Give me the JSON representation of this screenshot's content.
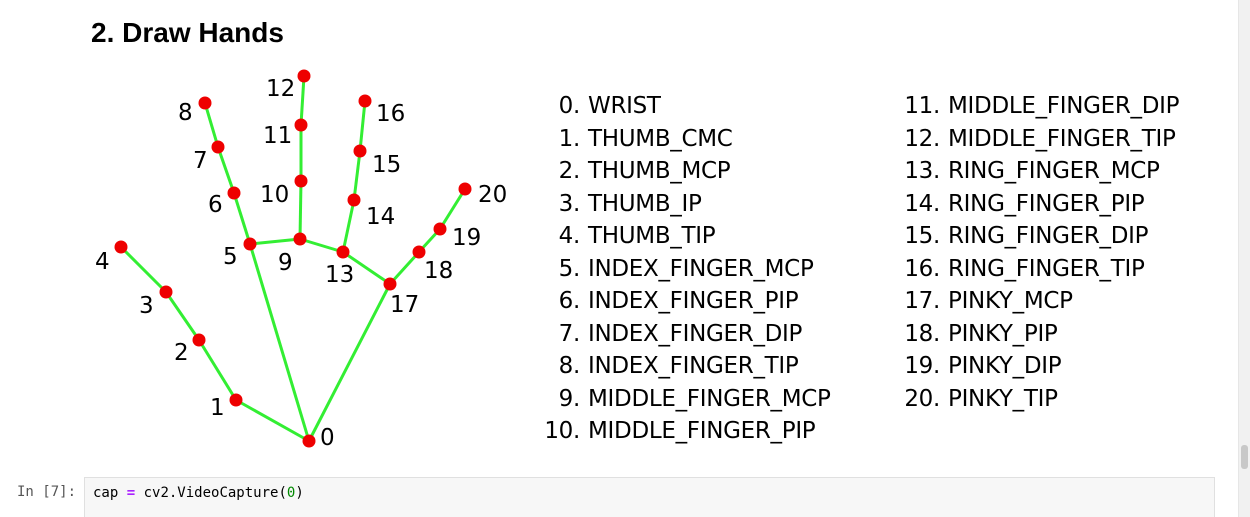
{
  "heading": "2. Draw Hands",
  "diagram": {
    "line_color": "#33ee33",
    "point_color": "#ee0000",
    "labels": [
      "0",
      "1",
      "2",
      "3",
      "4",
      "5",
      "6",
      "7",
      "8",
      "9",
      "10",
      "11",
      "12",
      "13",
      "14",
      "15",
      "16",
      "17",
      "18",
      "19",
      "20"
    ]
  },
  "landmarks_left": [
    {
      "idx": "0.",
      "name": "WRIST"
    },
    {
      "idx": "1.",
      "name": "THUMB_CMC"
    },
    {
      "idx": "2.",
      "name": "THUMB_MCP"
    },
    {
      "idx": "3.",
      "name": "THUMB_IP"
    },
    {
      "idx": "4.",
      "name": "THUMB_TIP"
    },
    {
      "idx": "5.",
      "name": "INDEX_FINGER_MCP"
    },
    {
      "idx": "6.",
      "name": "INDEX_FINGER_PIP"
    },
    {
      "idx": "7.",
      "name": "INDEX_FINGER_DIP"
    },
    {
      "idx": "8.",
      "name": "INDEX_FINGER_TIP"
    },
    {
      "idx": "9.",
      "name": "MIDDLE_FINGER_MCP"
    },
    {
      "idx": "10.",
      "name": "MIDDLE_FINGER_PIP"
    }
  ],
  "landmarks_right": [
    {
      "idx": "11.",
      "name": "MIDDLE_FINGER_DIP"
    },
    {
      "idx": "12.",
      "name": "MIDDLE_FINGER_TIP"
    },
    {
      "idx": "13.",
      "name": "RING_FINGER_MCP"
    },
    {
      "idx": "14.",
      "name": "RING_FINGER_PIP"
    },
    {
      "idx": "15.",
      "name": "RING_FINGER_DIP"
    },
    {
      "idx": "16.",
      "name": "RING_FINGER_TIP"
    },
    {
      "idx": "17.",
      "name": "PINKY_MCP"
    },
    {
      "idx": "18.",
      "name": "PINKY_PIP"
    },
    {
      "idx": "19.",
      "name": "PINKY_DIP"
    },
    {
      "idx": "20.",
      "name": "PINKY_TIP"
    }
  ],
  "cell": {
    "prompt": "In [7]:",
    "code_var": "cap ",
    "code_op": "=",
    "code_call": " cv2.VideoCapture(",
    "code_arg": "0",
    "code_close": ")"
  }
}
